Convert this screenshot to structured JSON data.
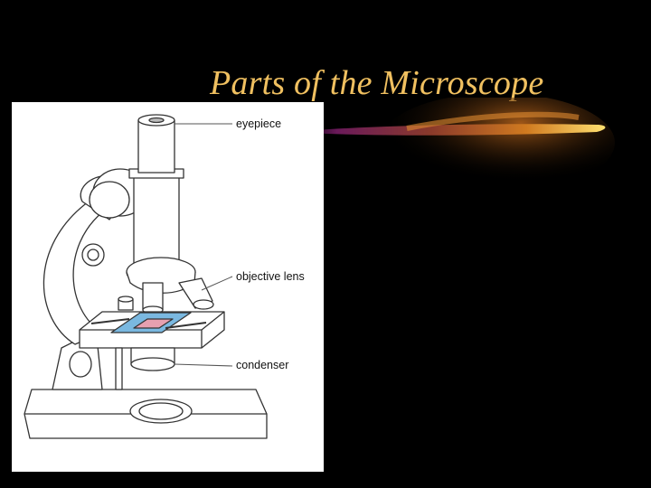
{
  "slide": {
    "title": "Parts of the Microscope",
    "title_color": "#f0c060",
    "background_color": "#000000"
  },
  "diagram": {
    "labels": {
      "eyepiece": "eyepiece",
      "objective_lens": "objective lens",
      "condenser": "condenser"
    },
    "slide_color": "#7ab8e0"
  }
}
